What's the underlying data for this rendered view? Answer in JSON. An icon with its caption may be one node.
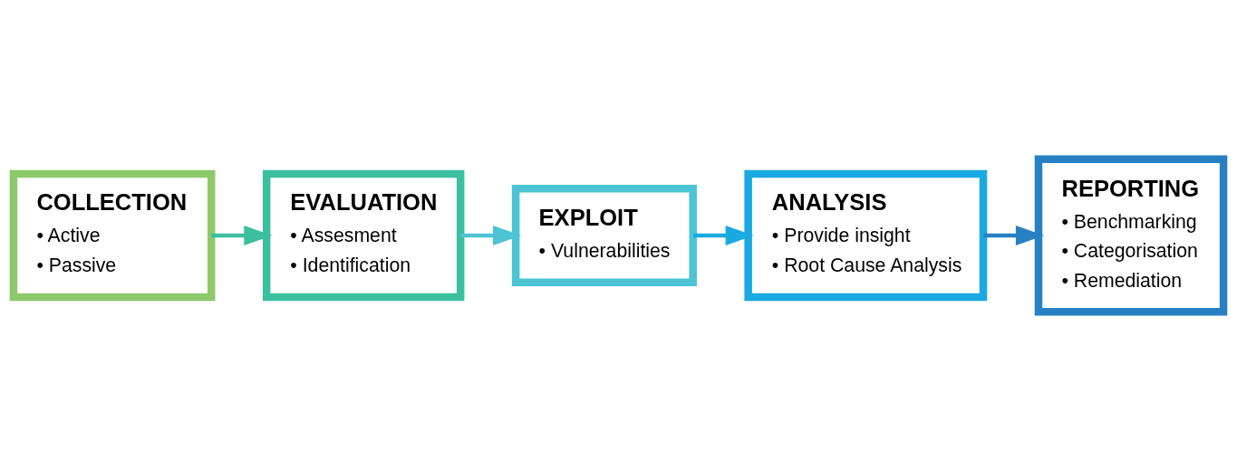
{
  "diagram": {
    "nodes": [
      {
        "text": [
          "COLLECTION",
          "• Active",
          "• Passive"
        ]
      },
      {
        "text": [
          "EVALUATION",
          "• Assesment",
          "• Identification"
        ]
      },
      {
        "text": [
          "EXPLOIT",
          "• Vulnerabilities"
        ]
      },
      {
        "text": [
          "ANALYSIS",
          "• Provide insight",
          "• Root Cause Analysis"
        ]
      },
      {
        "text": [
          "REPORTING",
          "• Benchmarking",
          "• Categorisation",
          "• Remediation"
        ]
      }
    ],
    "edges": [
      {
        "from": 0,
        "to": 1,
        "arrow": "to",
        "color": "#3bbf9f"
      },
      {
        "from": 1,
        "to": 2,
        "arrow": "to",
        "color": "#4cc4d4"
      },
      {
        "from": 2,
        "to": 3,
        "arrow": "to",
        "color": "#1aa9e1"
      },
      {
        "from": 3,
        "to": 4,
        "arrow": "to",
        "color": "#2880c4"
      }
    ]
  }
}
